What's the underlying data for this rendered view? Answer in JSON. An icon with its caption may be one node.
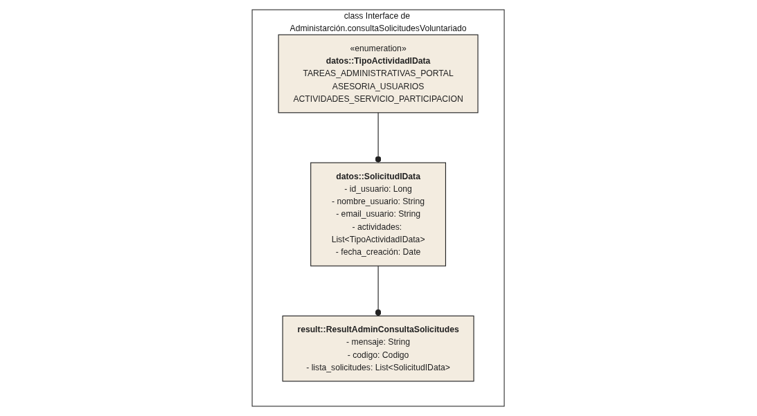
{
  "diagram": {
    "nodes": [
      {
        "text": [
          "class Interface de Administarción.consultaSolicitudesVoluntariado"
        ]
      },
      {
        "text": [
          "result::ResultAdminConsultaSolicitudes",
          "- mensaje: String",
          "- codigo: Codigo",
          "- lista_solicitudes: List<SolicitudIData>"
        ],
        "in": 0
      },
      {
        "text": [
          "datos::SolicitudIData",
          "- id_usuario: Long",
          "- nombre_usuario: String",
          "- email_usuario: String",
          "- actividades: List<TipoActividadIData>",
          "- fecha_creación: Date"
        ],
        "in": 0
      },
      {
        "text": [
          "«enumeration»",
          "datos::TipoActividadIData",
          "TAREAS_ADMINISTRATIVAS_PORTAL",
          "ASESORIA_USUARIOS",
          "ACTIVIDADES_SERVICIO_PARTICIPACION"
        ],
        "in": 0
      }
    ],
    "edges": [
      {
        "from": 1,
        "to": 2,
        "arrow": "other"
      },
      {
        "from": 2,
        "to": 3,
        "arrow": "other"
      }
    ]
  }
}
